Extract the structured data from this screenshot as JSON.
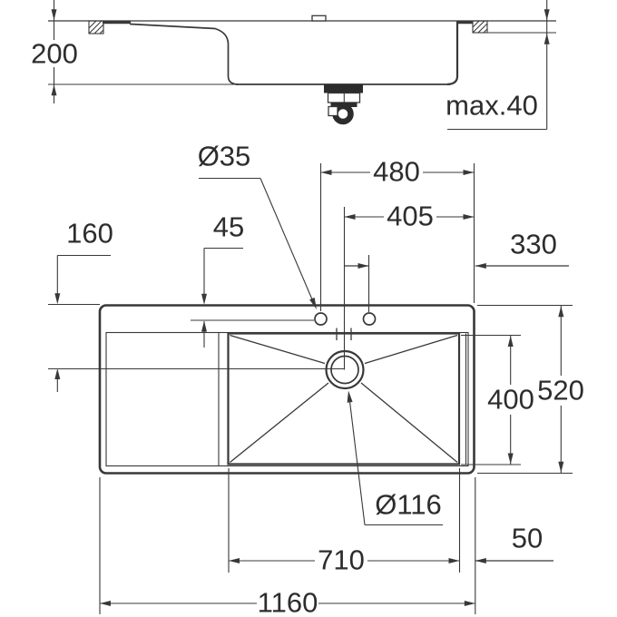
{
  "drawing": {
    "kind": "sink technical dimension drawing",
    "units": "mm",
    "colors": {
      "line": "#383838",
      "background": "#ffffff",
      "text": "#2d2d2d"
    },
    "side_view": {
      "dims": {
        "overall_height": "200",
        "countertop_thickness_max": "max.40"
      }
    },
    "plan_view": {
      "dims": {
        "faucet_hole_diameter": "Ø35",
        "hole1_to_right_edge": "480",
        "drain_center_to_right_edge": "405",
        "hole_offset_from_rear_edge": "45",
        "rear_edge_to_drain_centerline": "160",
        "hole2_to_right_edge": "330",
        "bowl_front_back": "400",
        "overall_depth": "520",
        "drain_hole_diameter": "Ø116",
        "bowl_length": "710",
        "bowl_to_right_edge": "50",
        "overall_length": "1160"
      }
    }
  }
}
